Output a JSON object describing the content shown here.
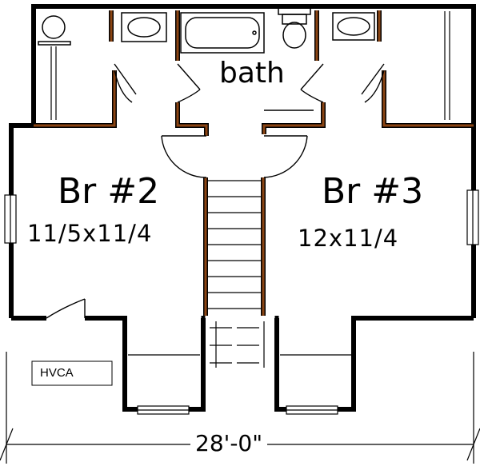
{
  "rooms": {
    "br2": {
      "name": "Br #2",
      "size": "11/5x11/4"
    },
    "br3": {
      "name": "Br #3",
      "size": "12x11/4"
    },
    "bath": {
      "name": "bath"
    }
  },
  "hvca": {
    "label": "HVCA"
  },
  "dimension": {
    "overall": "28'-0\""
  },
  "colors": {
    "wall": "#000000",
    "trim": "#8b4513",
    "line": "#555555"
  }
}
